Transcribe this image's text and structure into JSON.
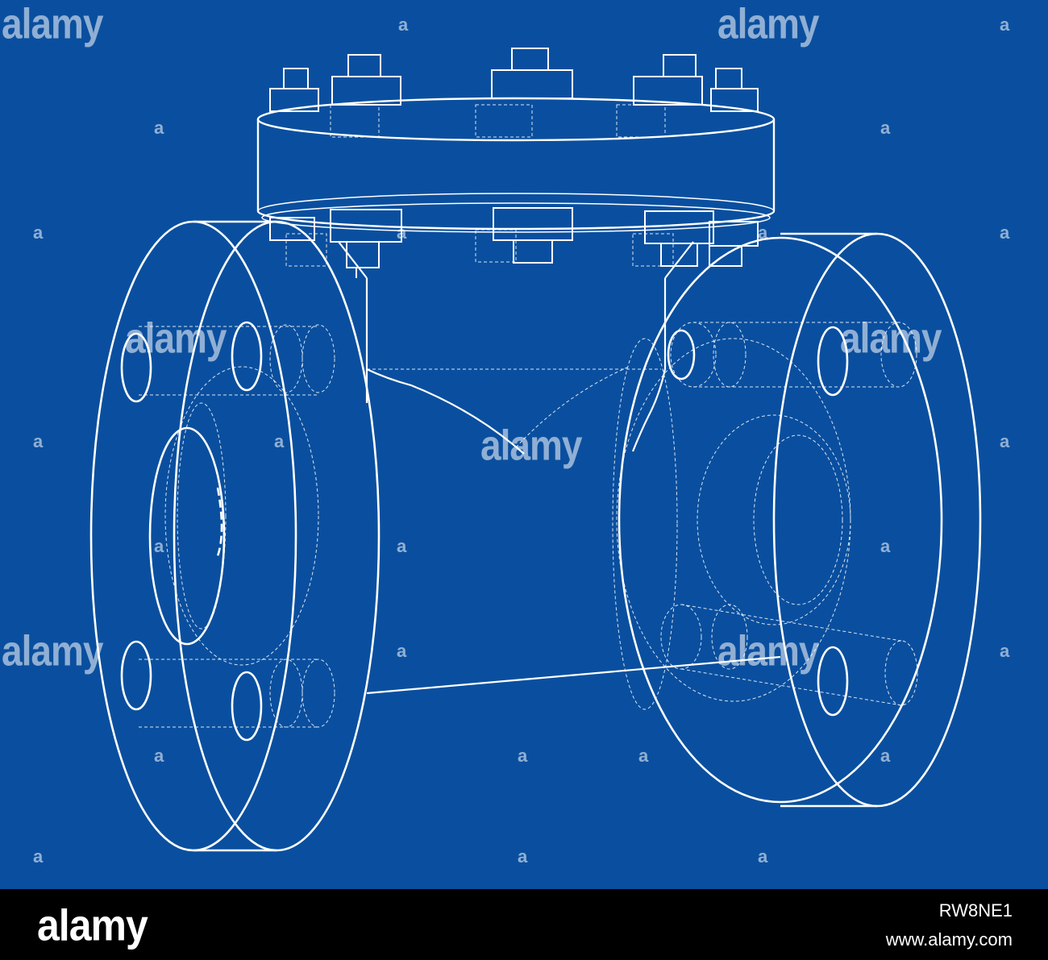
{
  "scene": {
    "subject": "Wireframe blueprint of a flanged swing check valve",
    "background_color": "#0a4f9f",
    "line_color": "#ffffff"
  },
  "watermark": {
    "text": "alamy"
  },
  "footer": {
    "logo": "alamy",
    "image_id": "RW8NE1",
    "url": "www.alamy.com"
  }
}
